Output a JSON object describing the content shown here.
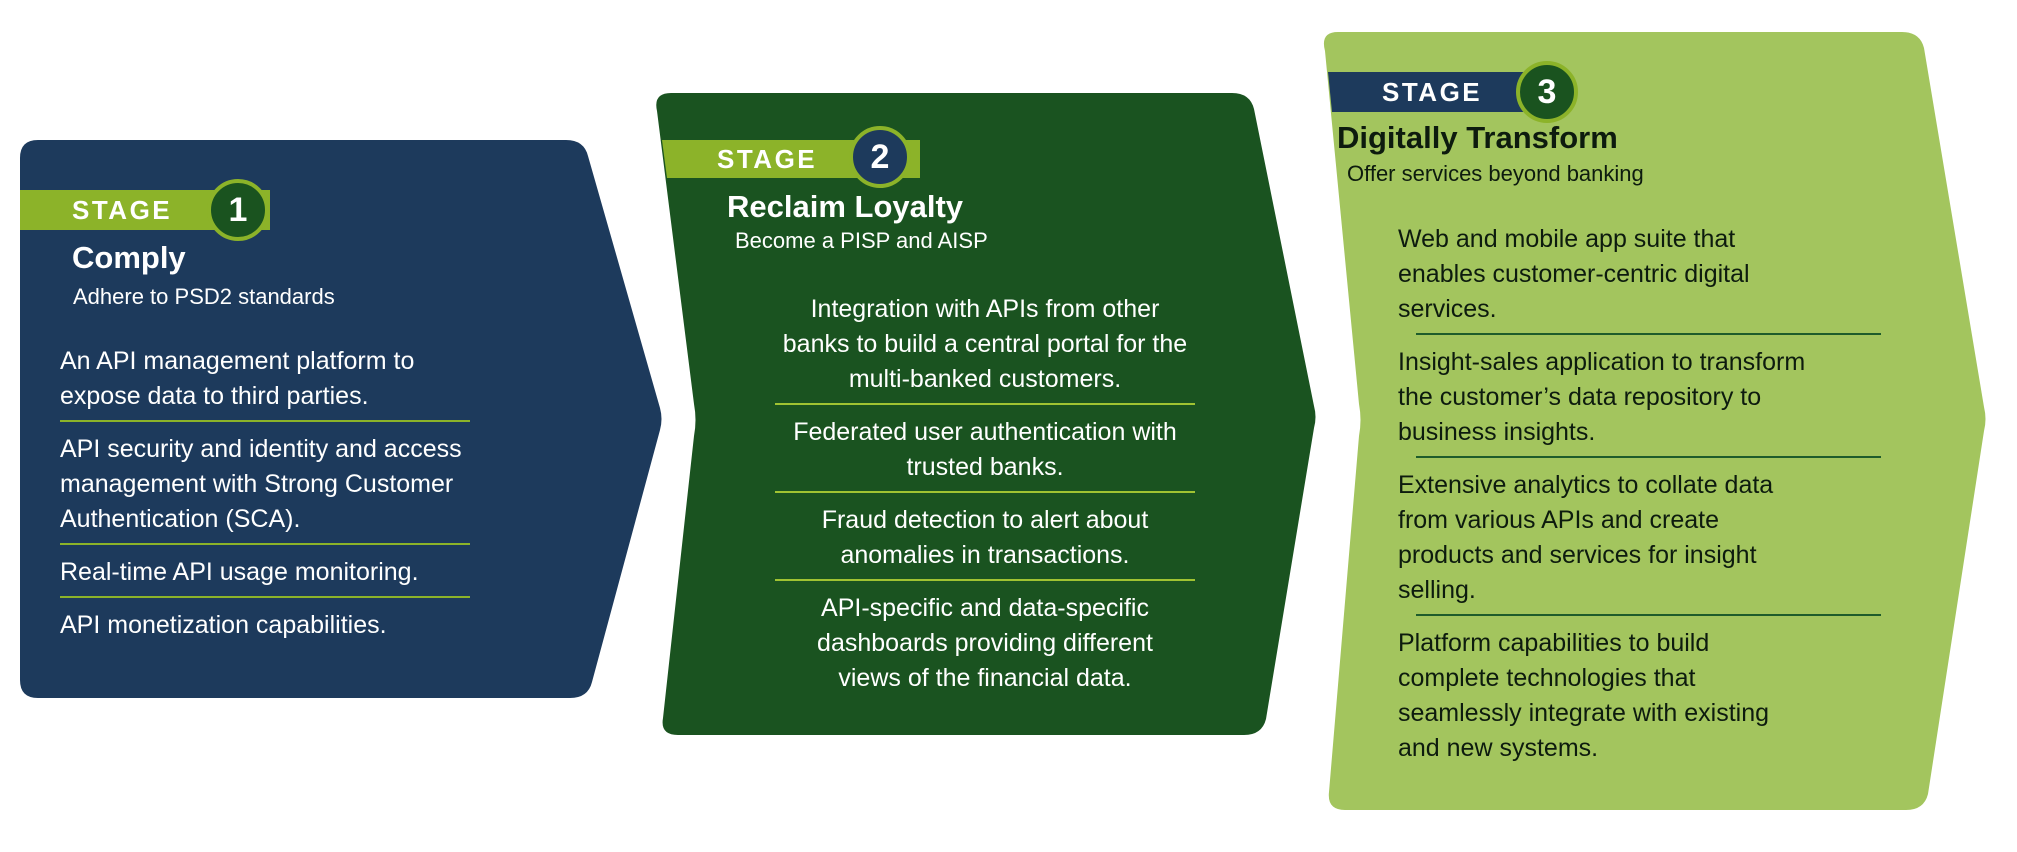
{
  "colors": {
    "stage1_bg": "#1d3a5c",
    "stage2_bg": "#1a5320",
    "stage3_bg": "#a3c55e",
    "accent_green": "#8cb329",
    "stage2_divider": "#a0c332",
    "stage3_divider": "#1e5c2b",
    "light_text": "#ffffff",
    "dark_text": "#0d1b0e"
  },
  "stages": [
    {
      "stage_label": "STAGE",
      "number": "1",
      "title": "Comply",
      "subtitle": "Adhere to PSD2 standards",
      "items": [
        [
          "An API management platform to",
          "expose data to third parties."
        ],
        [
          "API security and identity and access",
          "management with Strong Customer",
          "Authentication (SCA)."
        ],
        [
          "Real-time API usage monitoring."
        ],
        [
          "API monetization capabilities."
        ]
      ]
    },
    {
      "stage_label": "STAGE",
      "number": "2",
      "title": "Reclaim Loyalty",
      "subtitle": "Become a PISP and AISP",
      "items": [
        [
          "Integration with APIs from other",
          "banks to build a central portal for the",
          "multi-banked customers."
        ],
        [
          "Federated user authentication with",
          "trusted banks."
        ],
        [
          "Fraud detection to alert about",
          "anomalies in transactions."
        ],
        [
          "API-specific and data-specific",
          "dashboards providing different",
          "views of the financial data."
        ]
      ]
    },
    {
      "stage_label": "STAGE",
      "number": "3",
      "title": "Digitally Transform",
      "subtitle": "Offer services beyond banking",
      "items": [
        [
          "Web and mobile app suite that",
          "enables customer-centric digital",
          "services."
        ],
        [
          "Insight-sales application to transform",
          "the customer’s data repository to",
          "business insights."
        ],
        [
          "Extensive analytics to collate data",
          "from various APIs and create",
          "products and services for insight",
          "selling."
        ],
        [
          "Platform capabilities to build",
          "complete technologies that",
          "seamlessly integrate with existing",
          "and new systems."
        ]
      ]
    }
  ]
}
